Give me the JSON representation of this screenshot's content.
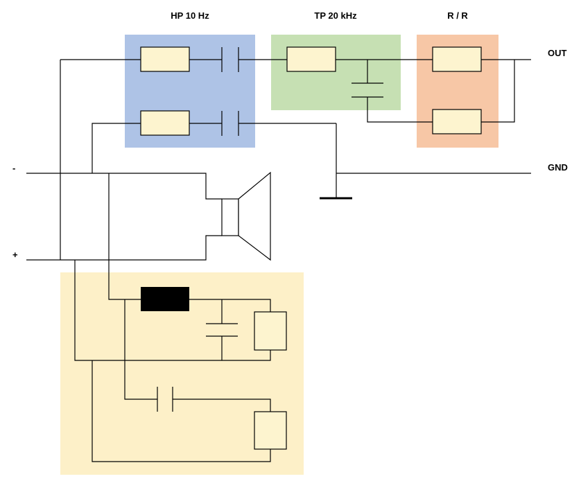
{
  "colors": {
    "hp_block": "#aec3e6",
    "tp_block": "#c6e0b3",
    "rr_block": "#f7c7a6",
    "bottom_block": "#fdf0c8",
    "wire": "#000000",
    "resistor_fill": "#fdf4cf",
    "black_component": "#000000"
  },
  "labels": {
    "hp": "HP 10 Hz",
    "tp": "TP 20 kHz",
    "rr": "R / R",
    "out": "OUT",
    "gnd": "GND",
    "minus": "-",
    "plus": "+"
  }
}
